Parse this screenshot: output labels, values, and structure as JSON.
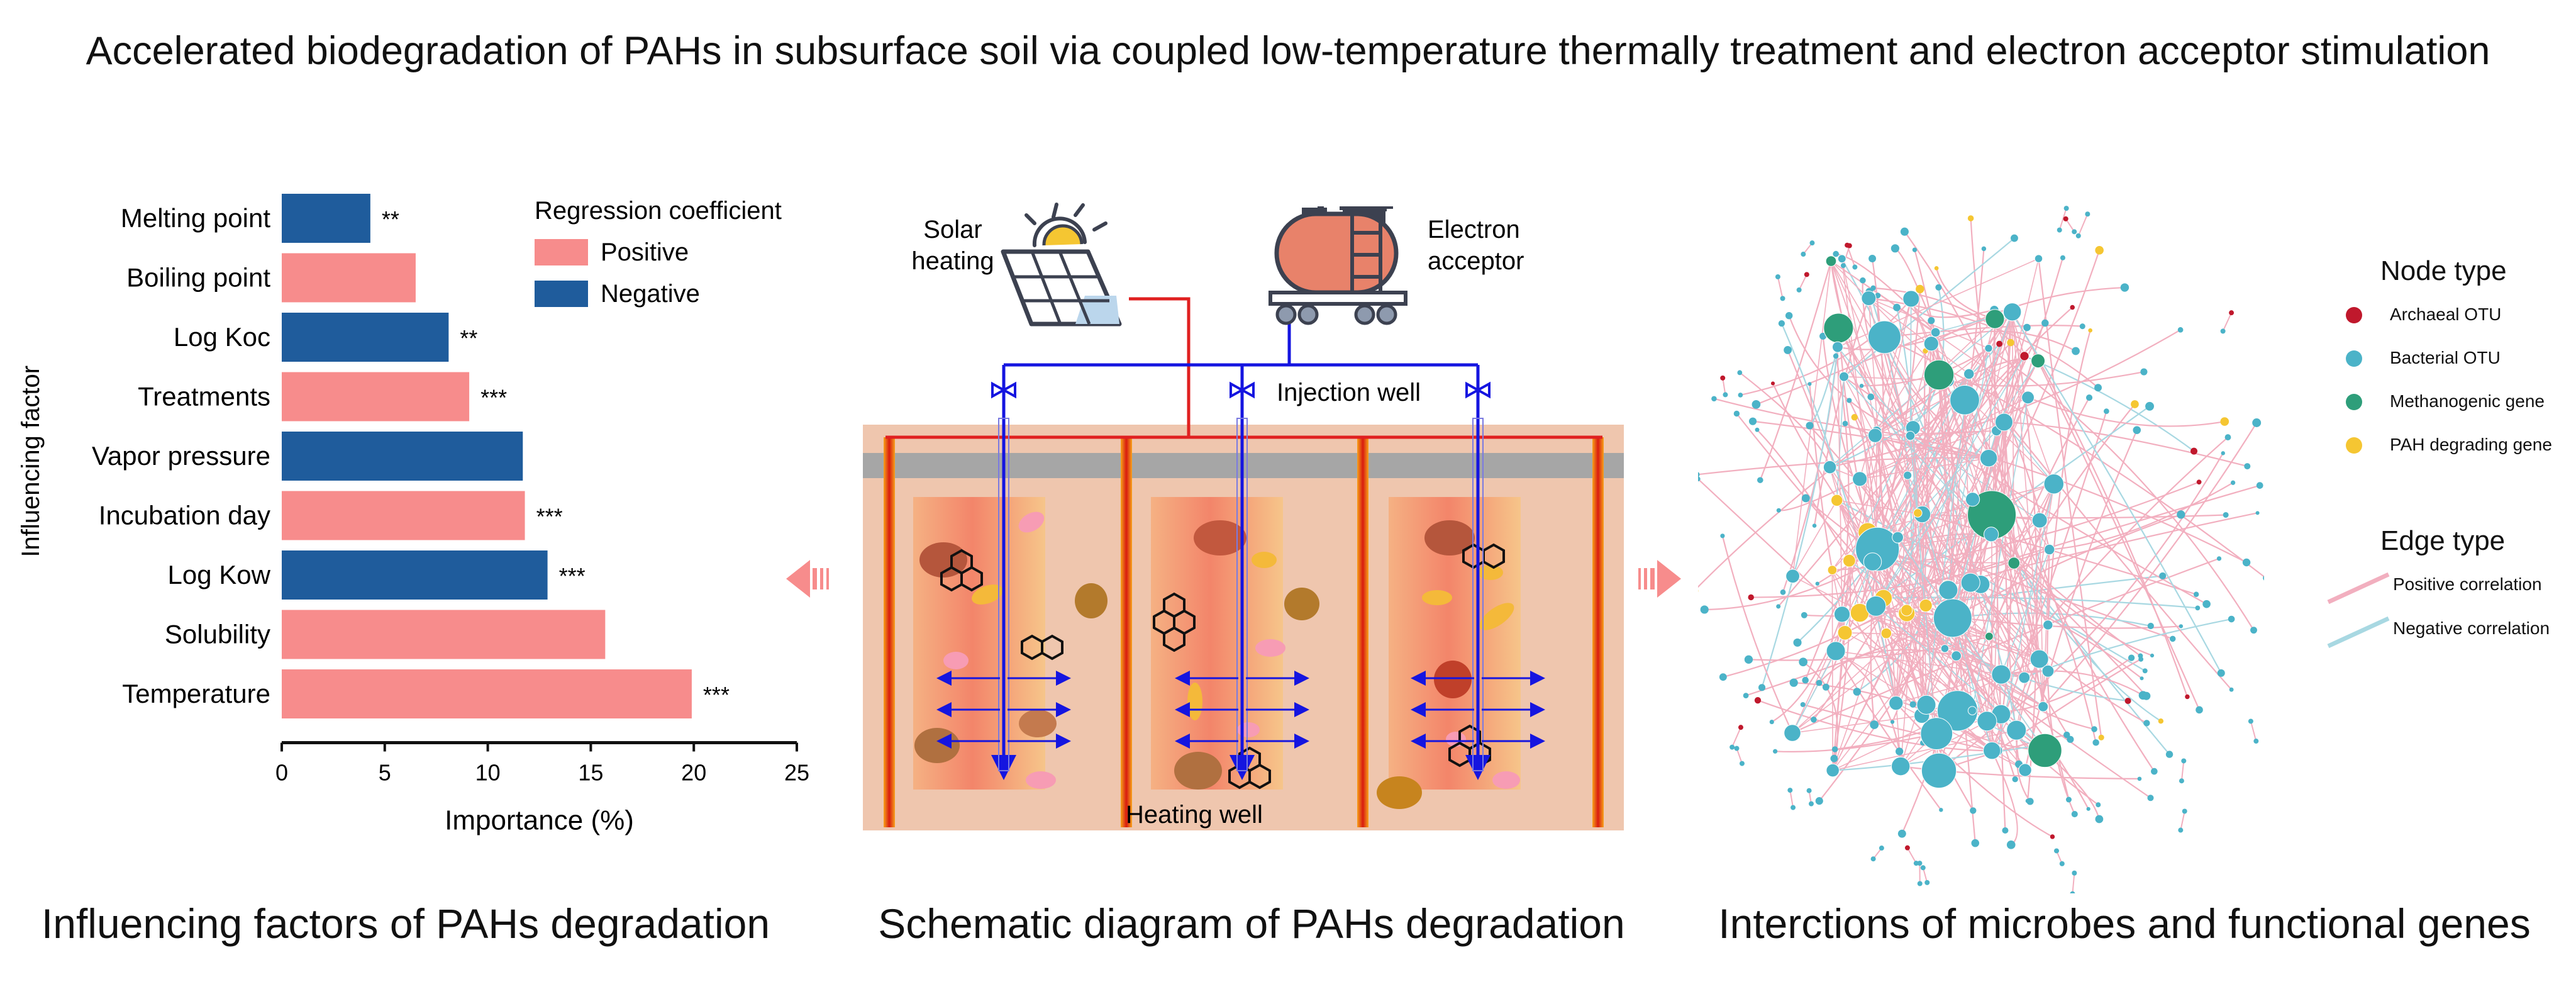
{
  "title": "Accelerated biodegradation of PAHs in subsurface soil via coupled low-temperature thermally treatment and electron acceptor stimulation",
  "panel_titles": {
    "left": "Influencing factors of PAHs degradation",
    "middle": "Schematic diagram of PAHs degradation",
    "right": "Interctions of microbes and functional genes"
  },
  "chart_data": {
    "type": "bar",
    "orientation": "horizontal",
    "xlabel": "Importance (%)",
    "ylabel": "Influencing factor",
    "xlim": [
      0,
      25
    ],
    "xticks": [
      0,
      5,
      10,
      15,
      20,
      25
    ],
    "legend_title": "Regression coefficient",
    "legend": [
      {
        "label": "Positive",
        "color": "#F78C8C"
      },
      {
        "label": "Negative",
        "color": "#1F5C9C"
      }
    ],
    "bars": [
      {
        "label": "Melting point",
        "value": 4.3,
        "sign": "Negative",
        "sig": "**"
      },
      {
        "label": "Boiling point",
        "value": 6.5,
        "sign": "Positive",
        "sig": ""
      },
      {
        "label": "Log Koc",
        "value": 8.1,
        "sign": "Negative",
        "sig": "**"
      },
      {
        "label": "Treatments",
        "value": 9.1,
        "sign": "Positive",
        "sig": "***"
      },
      {
        "label": "Vapor pressure",
        "value": 11.7,
        "sign": "Negative",
        "sig": ""
      },
      {
        "label": "Incubation day",
        "value": 11.8,
        "sign": "Positive",
        "sig": "***"
      },
      {
        "label": "Log Kow",
        "value": 12.9,
        "sign": "Negative",
        "sig": "***"
      },
      {
        "label": "Solubility",
        "value": 15.7,
        "sign": "Positive",
        "sig": ""
      },
      {
        "label": "Temperature",
        "value": 19.9,
        "sign": "Positive",
        "sig": "***"
      }
    ]
  },
  "schematic": {
    "solar_label_1": "Solar",
    "solar_label_2": "heating",
    "electron_label_1": "Electron",
    "electron_label_2": "acceptor",
    "injection_well": "Injection well",
    "heating_well": "Heating well"
  },
  "network": {
    "node_type_title": "Node type",
    "node_types": [
      {
        "label": "Archaeal OTU",
        "color": "#C0182C"
      },
      {
        "label": "Bacterial OTU",
        "color": "#4BB3C8"
      },
      {
        "label": "Methanogenic gene",
        "color": "#2E9E7A"
      },
      {
        "label": "PAH degrading gene",
        "color": "#F5C632"
      }
    ],
    "edge_type_title": "Edge type",
    "edge_types": [
      {
        "label": "Positive correlation",
        "color": "#F2AFBF"
      },
      {
        "label": "Negative correlation",
        "color": "#A8D8E2"
      }
    ]
  },
  "colors": {
    "positive": "#F78C8C",
    "negative": "#1F5C9C",
    "pipe_red": "#E02020",
    "pipe_blue": "#1515E0",
    "soil": "#EFC6AE"
  }
}
